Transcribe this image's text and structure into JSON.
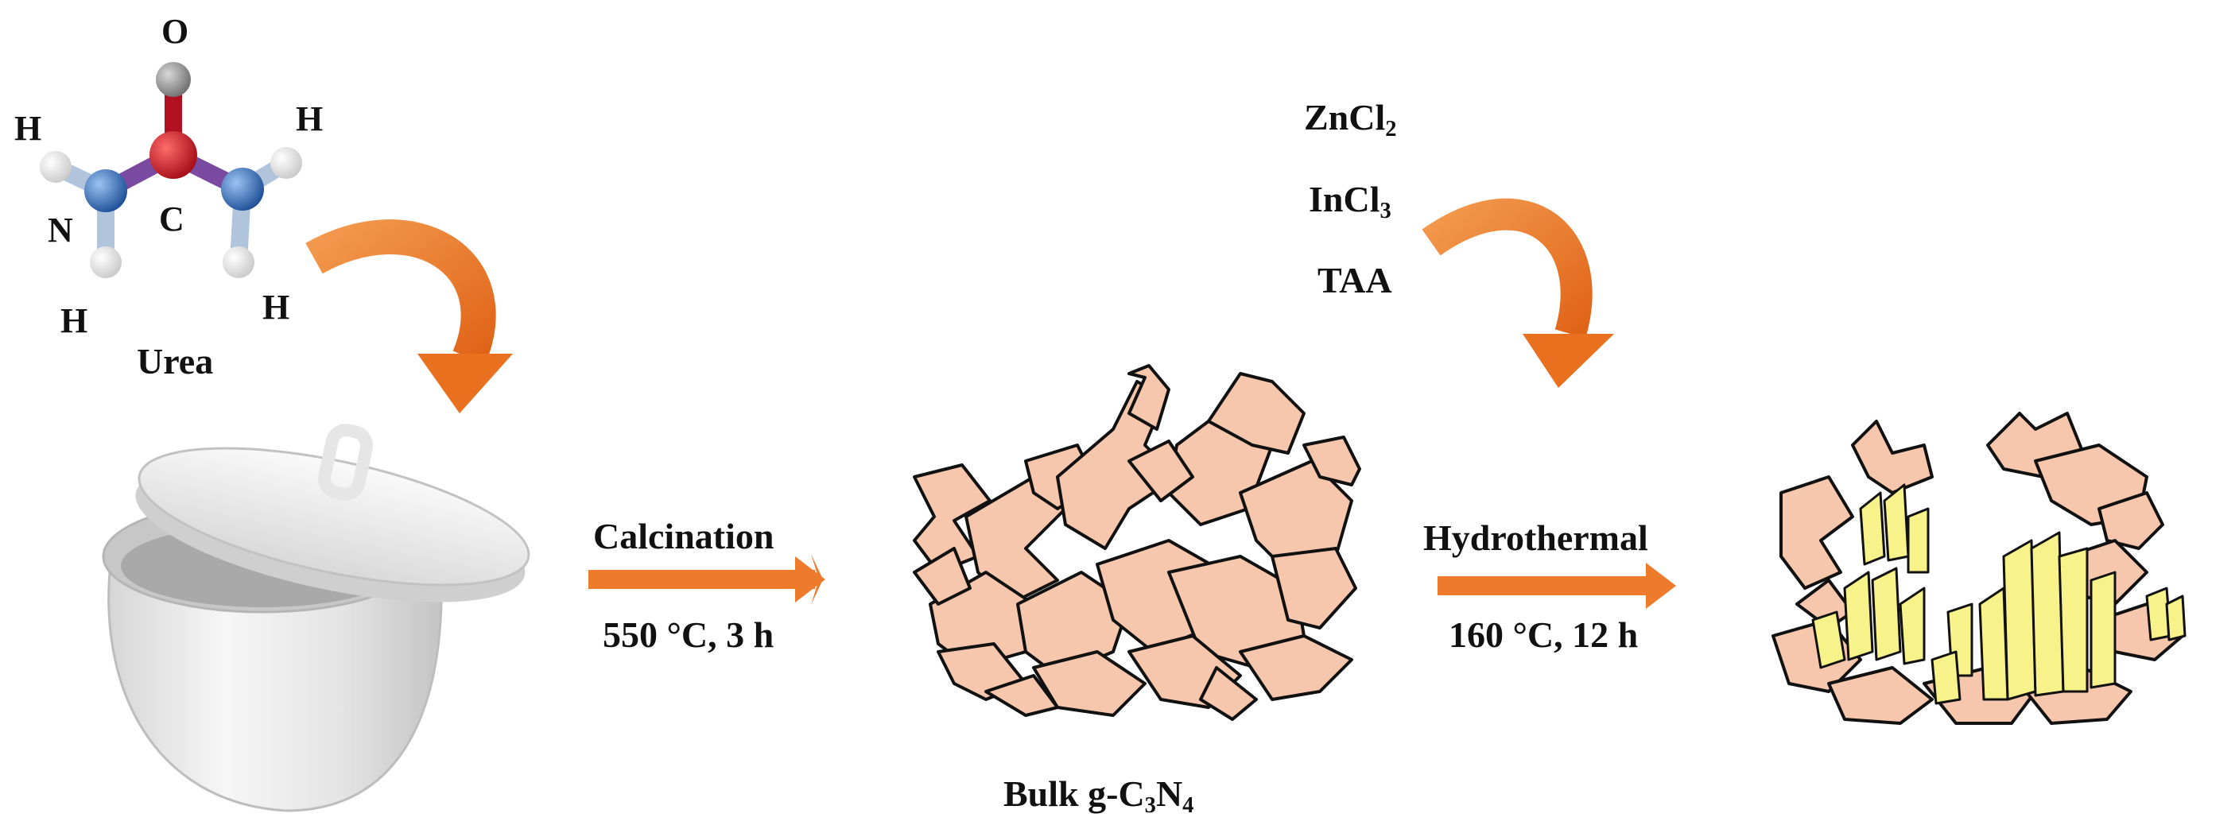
{
  "colors": {
    "arrow_orange": "#ee7a2b",
    "oxygen_red": "#c8101c",
    "nitrogen_blue": "#2f6fc4",
    "hydrogen_white": "#f2f2f2",
    "top_grey": "#8e8e8e",
    "flake_pink": "#f7c7ad",
    "crystal_yellow": "#f7f28a",
    "crucible_white": "#ececec"
  },
  "urea": {
    "name": "Urea",
    "atoms": {
      "o": "O",
      "c": "C",
      "n": "N",
      "h": "H"
    }
  },
  "step1": {
    "top": "Calcination",
    "bottom": "550 °C, 3 h"
  },
  "reagents": [
    {
      "main": "ZnCl",
      "sub": "2"
    },
    {
      "main": "InCl",
      "sub": "3"
    },
    {
      "main": "TAA",
      "sub": ""
    }
  ],
  "bulk": {
    "prefix": "Bulk g-C",
    "sub1": "3",
    "mid": "N",
    "sub2": "4"
  },
  "step2": {
    "top": "Hydrothermal",
    "bottom": "160 °C, 12 h"
  },
  "icons": [
    "curved-arrow-icon",
    "crucible-icon",
    "right-arrow-icon",
    "nanosheet-icon",
    "crystal-icon"
  ]
}
